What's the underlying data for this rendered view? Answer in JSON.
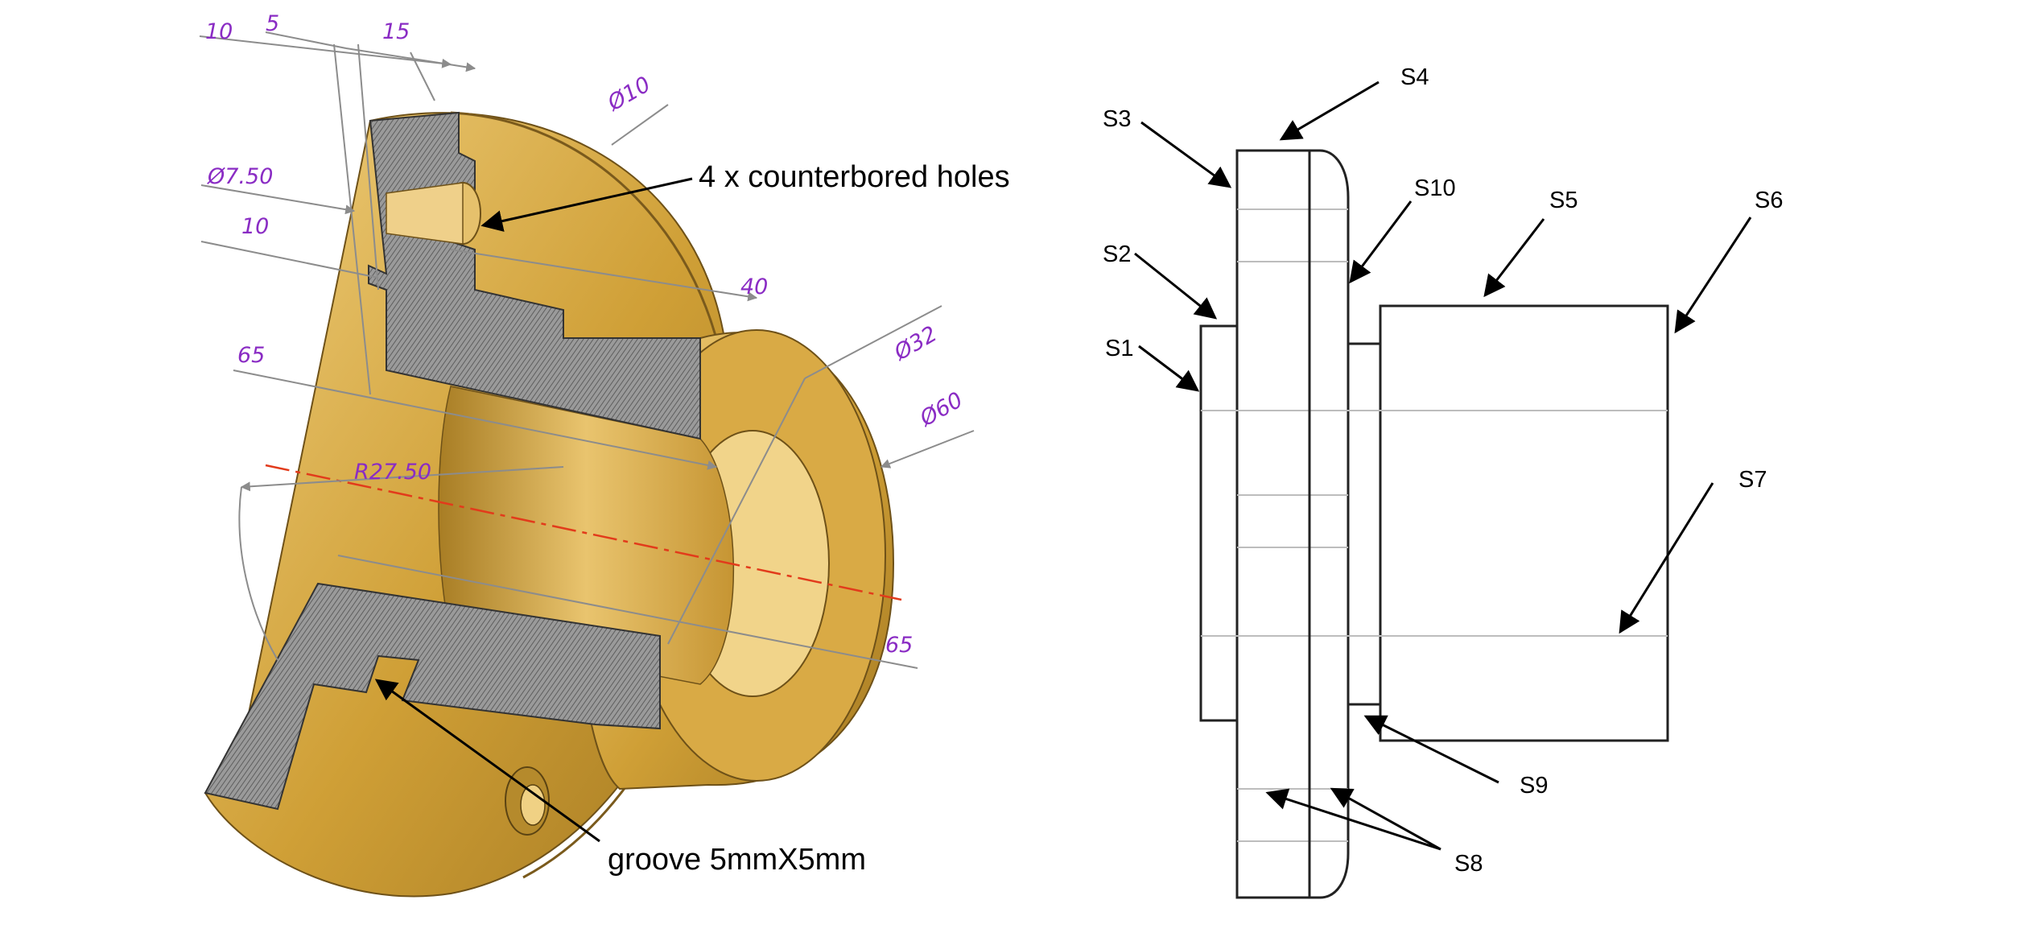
{
  "colors": {
    "bronze_light": "#e6c16c",
    "bronze_mid": "#c9992f",
    "bronze_dark": "#9c7220",
    "section_hatch": "#7e7e7e",
    "dimension_text": "#8a2cc4",
    "center_line": "#e23b1b",
    "outline": "#222222"
  },
  "iso_view": {
    "dimensions": {
      "d10a": "10",
      "d5": "5",
      "d15": "15",
      "dia10": "Ø10",
      "dia750": "Ø7.50",
      "d10b": "10",
      "d40": "40",
      "d65a": "65",
      "dia32": "Ø32",
      "dia60": "Ø60",
      "r2750": "R27.50",
      "d65b": "65"
    },
    "callouts": {
      "holes": "4 x counterbored holes",
      "groove": "groove 5mmX5mm"
    }
  },
  "side_view": {
    "labels": {
      "s1": "S1",
      "s2": "S2",
      "s3": "S3",
      "s4": "S4",
      "s5": "S5",
      "s6": "S6",
      "s7": "S7",
      "s8": "S8",
      "s9": "S9",
      "s10": "S10"
    }
  }
}
